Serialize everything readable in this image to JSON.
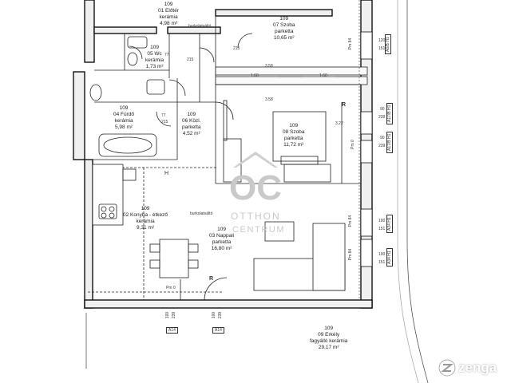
{
  "rooms": [
    {
      "id": "eloter",
      "num": "109",
      "name": "01 Előtér",
      "material": "kerámia",
      "area": "4,98 m²"
    },
    {
      "id": "wc",
      "num": "109",
      "name": "05 Wc",
      "material": "kerámia",
      "area": "1,73 m²"
    },
    {
      "id": "szoba7",
      "num": "109",
      "name": "07 Szoba",
      "material": "parketta",
      "area": "10,65 m²"
    },
    {
      "id": "furdo",
      "num": "109",
      "name": "04 Fürdő",
      "material": "kerámia",
      "area": "5,98 m²"
    },
    {
      "id": "kozl",
      "num": "109",
      "name": "06 Közl.",
      "material": "parketta",
      "area": "4,52 m²"
    },
    {
      "id": "szoba8",
      "num": "109",
      "name": "08 Szoba",
      "material": "parketta",
      "area": "11,72 m²"
    },
    {
      "id": "konyha",
      "num": "109",
      "name": "02 Konyha - étkező",
      "material": "kerámia",
      "area": "9,31 m²"
    },
    {
      "id": "nappali",
      "num": "109",
      "name": "03 Nappali",
      "material": "parketta",
      "area": "16,80 m²"
    },
    {
      "id": "erkely",
      "num": "109",
      "name": "09 Erkély",
      "material": "fagyálló kerámia",
      "area": "29,17 m²"
    }
  ],
  "notes": {
    "burkolatvaltas1": "burkolatváltó",
    "burkolatvaltas2": "burkolatváltó",
    "pm_left": "Pm 84",
    "pm0_right": "Pm 0",
    "pm84_r2": "Pm 84",
    "pm84_r3": "Pm 84",
    "pm0_bottom": "Pm 0",
    "r1": "R",
    "r2": "R",
    "h": "H",
    "dim_160a": "1.60",
    "dim_160b": "1.60",
    "dim_358a": "3.58",
    "dim_358b": "3.58",
    "dim_77a": "77",
    "dim_77b": "77",
    "dim_215a": "215",
    "dim_215b": "215",
    "dim_215c": "215",
    "dim_322": "3.22"
  },
  "windows": [
    {
      "tag": "A6/B H1",
      "w": "120",
      "h": "151"
    },
    {
      "tag": "A17/B H1",
      "w": "90",
      "h": "239"
    },
    {
      "tag": "A17/B H1",
      "w": "90",
      "h": "239"
    },
    {
      "tag": "A34 H1",
      "w": "100",
      "h": "151"
    },
    {
      "tag": "A34 H1",
      "w": "100",
      "h": "151"
    }
  ],
  "doors": [
    {
      "tag": "A14",
      "w": "100",
      "h": "239"
    },
    {
      "tag": "A14",
      "w": "100",
      "h": "239"
    }
  ],
  "watermark": {
    "logo": "OC",
    "line1": "OTTHON",
    "line2": "CENTRUM"
  },
  "brand": {
    "name": "zenga"
  }
}
